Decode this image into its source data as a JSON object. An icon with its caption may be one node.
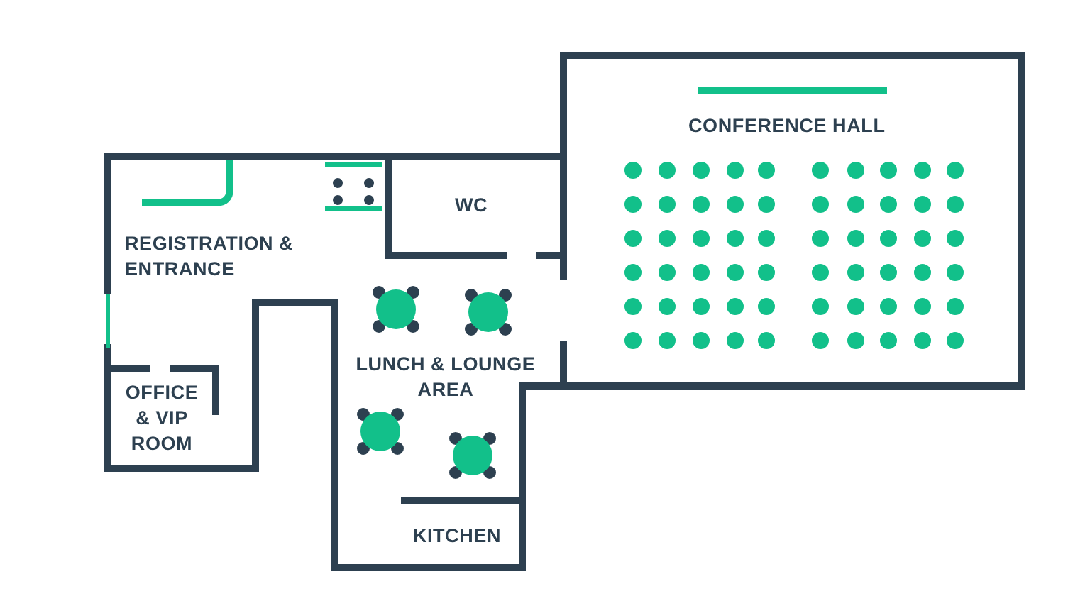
{
  "diagram": {
    "labels": [
      "CONFERENCE HALL",
      "WC",
      "REGISTRATION & ENTRANCE",
      "LUNCH & LOUNGE AREA",
      "OFFICE & VIP ROOM",
      "KITCHEN"
    ]
  }
}
